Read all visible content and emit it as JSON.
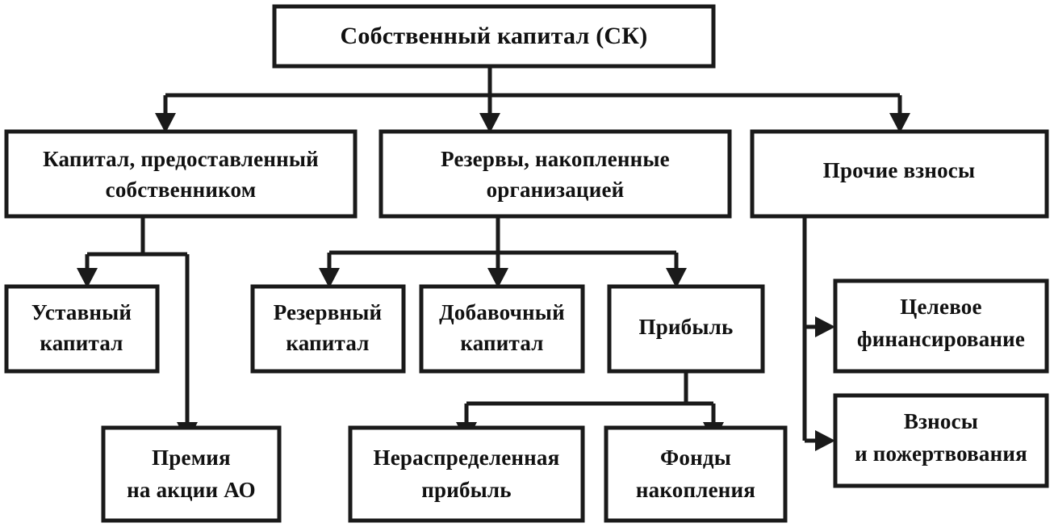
{
  "diagram": {
    "title": "Собственный капитал (СК)",
    "root": {
      "id": "own-capital",
      "label": "Собственный капитал (СК)"
    },
    "level2": [
      {
        "id": "capital-from-owner",
        "line1": "Капитал, предоставленный",
        "line2": "собственником"
      },
      {
        "id": "reserves-accumulated",
        "line1": "Резервы, накопленные",
        "line2": "организацией"
      },
      {
        "id": "other-contributions",
        "line1": "Прочие взносы",
        "line2": ""
      }
    ],
    "level3": [
      {
        "id": "charter-capital",
        "line1": "Уставный",
        "line2": "капитал"
      },
      {
        "id": "reserve-capital",
        "line1": "Резервный",
        "line2": "капитал"
      },
      {
        "id": "additional-capital",
        "line1": "Добавочный",
        "line2": "капитал"
      },
      {
        "id": "profit",
        "line1": "Прибыль",
        "line2": ""
      },
      {
        "id": "target-financing",
        "line1": "Целевое",
        "line2": "финансирование"
      }
    ],
    "level4": [
      {
        "id": "share-premium",
        "line1": "Премия",
        "line2": "на акции АО"
      },
      {
        "id": "retained-earnings",
        "line1": "Нераспределенная",
        "line2": "прибыль"
      },
      {
        "id": "accumulation-funds",
        "line1": "Фонды",
        "line2": "накопления"
      },
      {
        "id": "contributions-donations",
        "line1": "Взносы",
        "line2": "и пожертвования"
      }
    ],
    "colors": {
      "stroke": "#1a1a1a",
      "fill": "#ffffff",
      "text": "#111111"
    }
  },
  "chart_data": {
    "type": "diagram",
    "title": "Собственный капитал (СК)",
    "nodes": [
      {
        "id": "own-capital",
        "label": "Собственный капитал (СК)",
        "level": 1
      },
      {
        "id": "capital-from-owner",
        "label": "Капитал, предоставленный собственником",
        "level": 2
      },
      {
        "id": "reserves-accumulated",
        "label": "Резервы, накопленные организацией",
        "level": 2
      },
      {
        "id": "other-contributions",
        "label": "Прочие взносы",
        "level": 2
      },
      {
        "id": "charter-capital",
        "label": "Уставный капитал",
        "level": 3
      },
      {
        "id": "reserve-capital",
        "label": "Резервный капитал",
        "level": 3
      },
      {
        "id": "additional-capital",
        "label": "Добавочный капитал",
        "level": 3
      },
      {
        "id": "profit",
        "label": "Прибыль",
        "level": 3
      },
      {
        "id": "target-financing",
        "label": "Целевое финансирование",
        "level": 3
      },
      {
        "id": "share-premium",
        "label": "Премия на акции АО",
        "level": 4
      },
      {
        "id": "retained-earnings",
        "label": "Нераспределенная прибыль",
        "level": 4
      },
      {
        "id": "accumulation-funds",
        "label": "Фонды накопления",
        "level": 4
      },
      {
        "id": "contributions-donations",
        "label": "Взносы и пожертвования",
        "level": 4
      }
    ],
    "edges": [
      {
        "from": "own-capital",
        "to": "capital-from-owner"
      },
      {
        "from": "own-capital",
        "to": "reserves-accumulated"
      },
      {
        "from": "own-capital",
        "to": "other-contributions"
      },
      {
        "from": "capital-from-owner",
        "to": "charter-capital"
      },
      {
        "from": "capital-from-owner",
        "to": "share-premium"
      },
      {
        "from": "reserves-accumulated",
        "to": "reserve-capital"
      },
      {
        "from": "reserves-accumulated",
        "to": "additional-capital"
      },
      {
        "from": "reserves-accumulated",
        "to": "profit"
      },
      {
        "from": "profit",
        "to": "retained-earnings"
      },
      {
        "from": "profit",
        "to": "accumulation-funds"
      },
      {
        "from": "other-contributions",
        "to": "target-financing"
      },
      {
        "from": "other-contributions",
        "to": "contributions-donations"
      }
    ]
  }
}
